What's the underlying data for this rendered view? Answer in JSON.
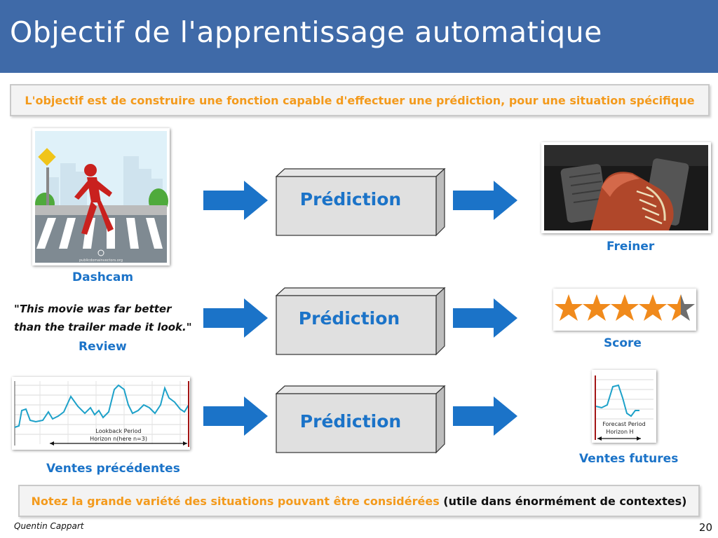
{
  "slide": {
    "title": "Objectif de l'apprentissage automatique",
    "objective": "L'objectif est de construire une fonction capable d'effectuer une prédiction, pour une situation spécifique",
    "rows": [
      {
        "input_label": "Dashcam",
        "prediction": "Prédiction",
        "output_label": "Freiner"
      },
      {
        "input_label": "Review",
        "quote_line1": "\"This movie was far better",
        "quote_line2": "than the trailer made it look.\"",
        "prediction": "Prédiction",
        "output_label": "Score"
      },
      {
        "input_label": "Ventes précédentes",
        "prediction": "Prédiction",
        "output_label": "Ventes futures"
      }
    ],
    "dashcam_watermark": "publicdomainvectors.org",
    "sales_chart": {
      "lookback_line1": "Lookback Period",
      "lookback_line2": "Horizon n(here n=3)"
    },
    "forecast_chart": {
      "line1": "Forecast Period",
      "line2": "Horizon H"
    },
    "note_highlight": "Notez la grande variété des situations pouvant être considérées",
    "note_rest": "(utile dans énormément de contextes)",
    "author": "Quentin Cappart",
    "page_number": "20",
    "rating_value": 4.5,
    "rating_max": 5
  },
  "colors": {
    "header": "#3f6aa8",
    "accent": "#1b73c8",
    "highlight": "#f39a1c",
    "arrow": "#1b73c8"
  }
}
